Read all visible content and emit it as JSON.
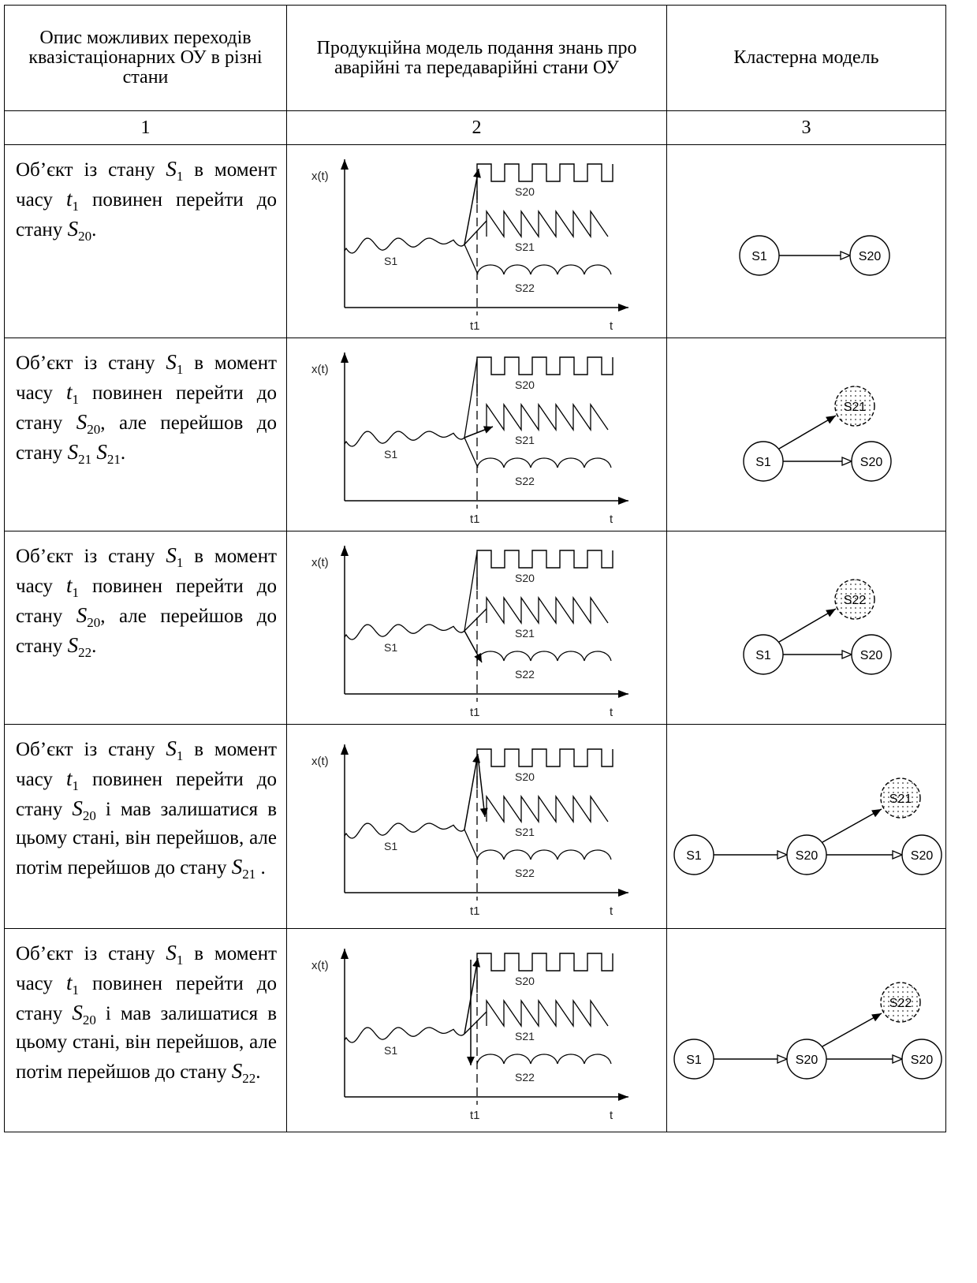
{
  "header": {
    "col1": "Опис можливих переходів квазістаціонарних ОУ в різні стани",
    "col2": "Продукційна модель подання знань про аварійні та передаварійні стани ОУ",
    "col3": "Кластерна модель"
  },
  "column_numbers": [
    "1",
    "2",
    "3"
  ],
  "rows": [
    {
      "desc_html": "Об’єкт із стану <i>S</i><sub>1</sub> в мо&shy;мент часу <i>t</i><sub>1</sub> повинен пе&shy;рейти до стану <i>S</i><sub>20</sub>.",
      "plot_variant": "to-s20",
      "graph_nodes": [
        "S1",
        "S20"
      ]
    },
    {
      "desc_html": "Об’єкт із стану <i>S</i><sub>1</sub> в мо&shy;мент часу <i>t</i><sub>1</sub> повинен пе&shy;рейти до стану <i>S</i><sub>20</sub>, але перейшов до стану <i>S</i><sub>21</sub> <i>S</i><sub>21</sub>.",
      "plot_variant": "to-s21",
      "graph_nodes": [
        "S1",
        "S20",
        "S21"
      ]
    },
    {
      "desc_html": "Об’єкт із стану <i>S</i><sub>1</sub> в мо&shy;мент часу <i>t</i><sub>1</sub> повинен пе&shy;рейти до стану <i>S</i><sub>20</sub>, але перейшов до стану <i>S</i><sub>22</sub>.",
      "plot_variant": "to-s22",
      "graph_nodes": [
        "S1",
        "S20",
        "S22"
      ]
    },
    {
      "desc_html": "Об’єкт із стану <i>S</i><sub>1</sub> в мо&shy;мент часу <i>t</i><sub>1</sub> повинен пе&shy;рейти до стану <i>S</i><sub>20</sub> і мав залишатися в цьому стані, він перейшов, але потім перейшов до стану <i>S</i><sub>21</sub>&nbsp;.",
      "plot_variant": "s20-then-s21",
      "graph_nodes": [
        "S1",
        "S20",
        "S21",
        "S20"
      ]
    },
    {
      "desc_html": "Об’єкт із стану <i>S</i><sub>1</sub> в мо&shy;мент часу <i>t</i><sub>1</sub> повинен пе&shy;рейти до стану <i>S</i><sub>20</sub> і мав залишатися в цьому стані, він перейшов, але потім перейшов до стану <i>S</i><sub>22</sub>.",
      "plot_variant": "s20-then-s22",
      "graph_nodes": [
        "S1",
        "S20",
        "S22",
        "S20"
      ]
    }
  ],
  "plot_labels": {
    "y_axis": "x(t)",
    "x_axis": "t",
    "time_mark": "t1",
    "series": [
      "S1",
      "S20",
      "S21",
      "S22"
    ]
  }
}
